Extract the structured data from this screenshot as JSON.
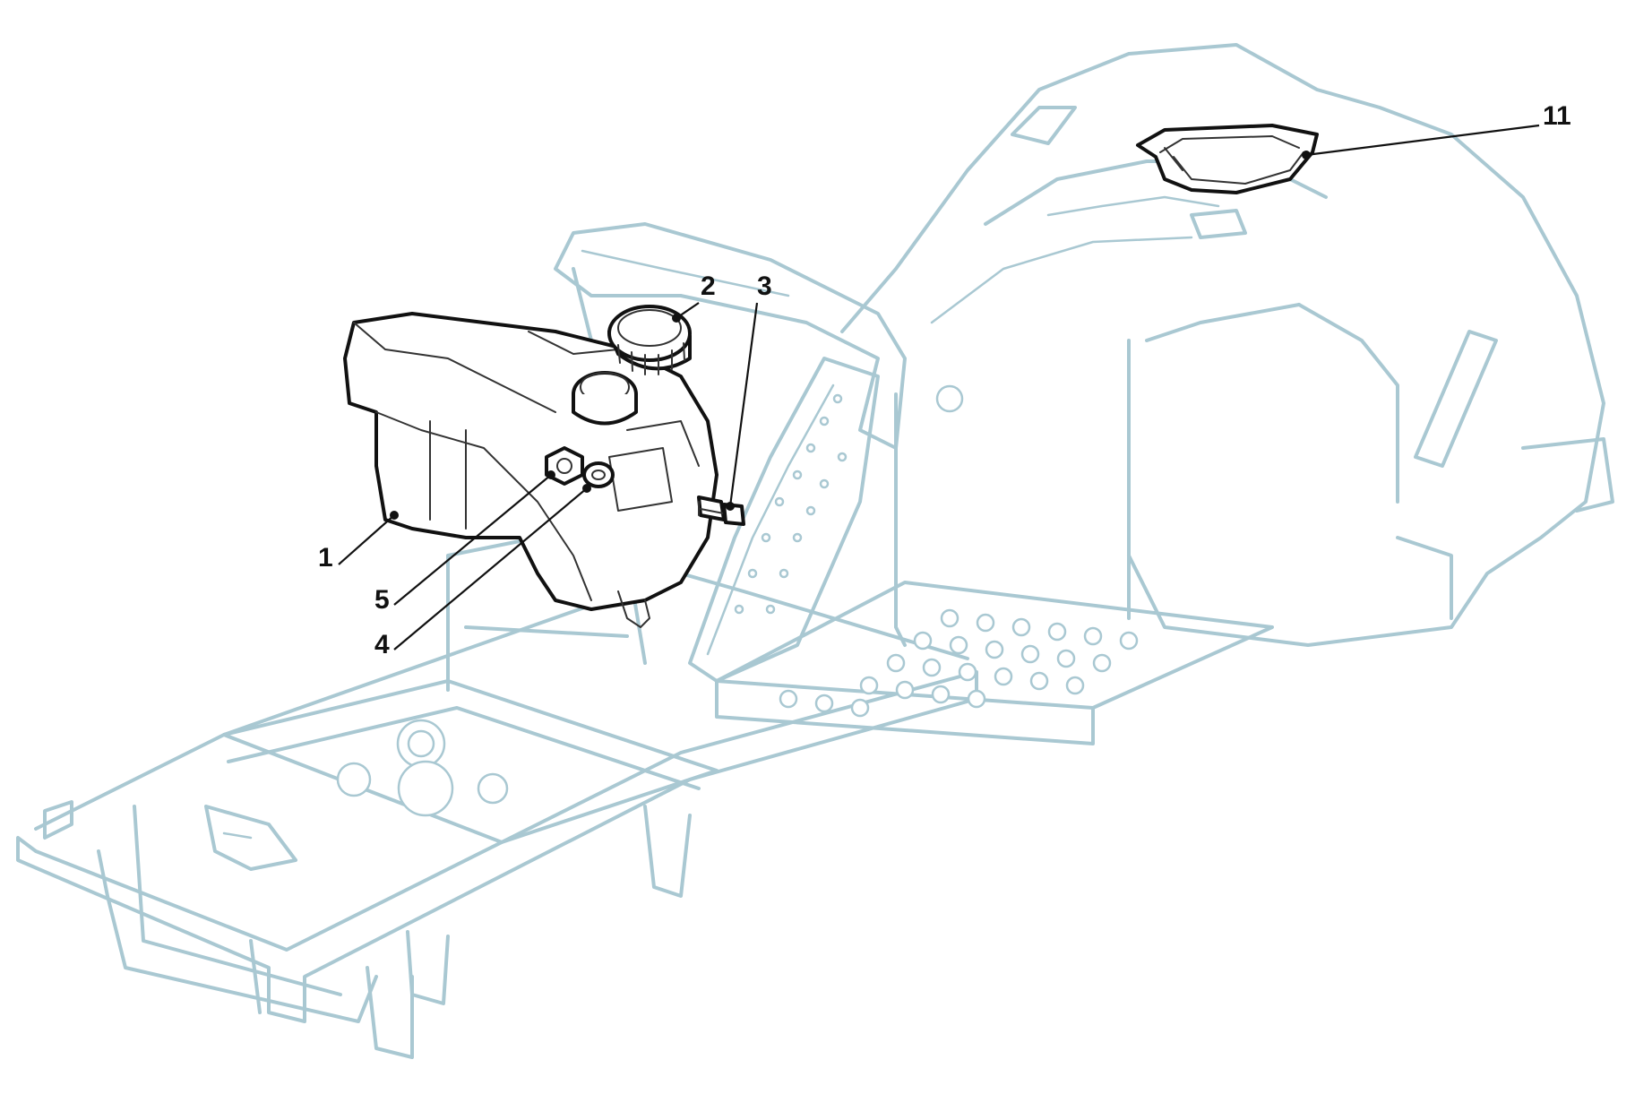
{
  "callouts": [
    {
      "id": "1",
      "label": "1"
    },
    {
      "id": "2",
      "label": "2"
    },
    {
      "id": "3",
      "label": "3"
    },
    {
      "id": "4",
      "label": "4"
    },
    {
      "id": "5",
      "label": "5"
    },
    {
      "id": "11",
      "label": "11"
    }
  ],
  "colors": {
    "frame_outline": "#a9c8d2",
    "part_outline": "#111111",
    "background": "#ffffff"
  }
}
